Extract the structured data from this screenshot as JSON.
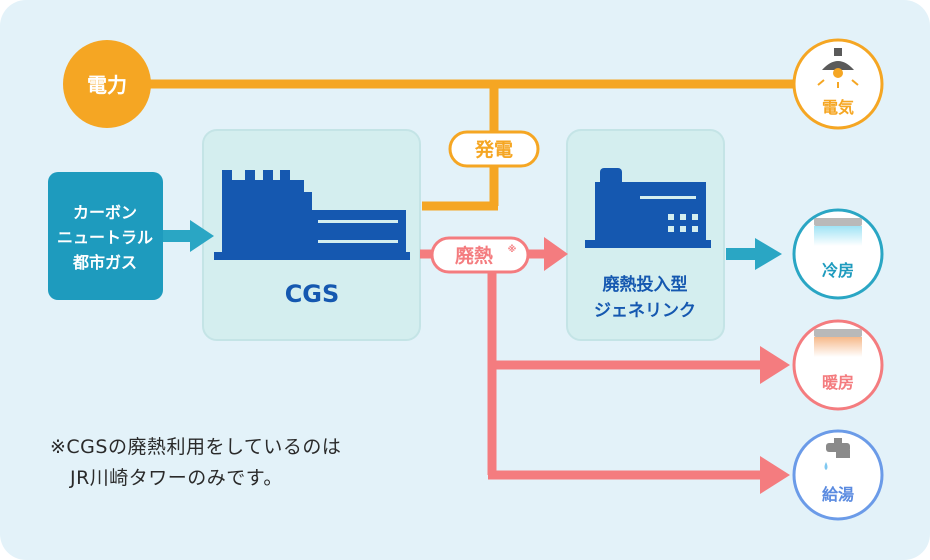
{
  "nodes": {
    "power": "電力",
    "electricity": "電気",
    "generation": "発電",
    "waste_heat": "廃熱",
    "waste_heat_mark": "※",
    "source": [
      "カーボン",
      "ニュートラル",
      "都市ガス"
    ],
    "cgs": "CGS",
    "chiller": [
      "廃熱投入型",
      "ジェネリンク"
    ],
    "cooling": "冷房",
    "heating": "暖房",
    "hot_water": "給湯"
  },
  "footnote": {
    "line1": "※CGSの廃熱利用をしているのは",
    "line2": "JR川崎タワーのみです。"
  },
  "colors": {
    "background": "#e3f2f9",
    "box": "#d4eeef",
    "power_line": "#f5a623",
    "heat_line": "#f47c7f",
    "arrow_teal": "#2aa6c4",
    "machine_blue": "#1558b0",
    "source_box": "#1e9bbe"
  },
  "icons": [
    "light-bulb-icon",
    "cooling-unit-icon",
    "heating-unit-icon",
    "faucet-icon"
  ]
}
